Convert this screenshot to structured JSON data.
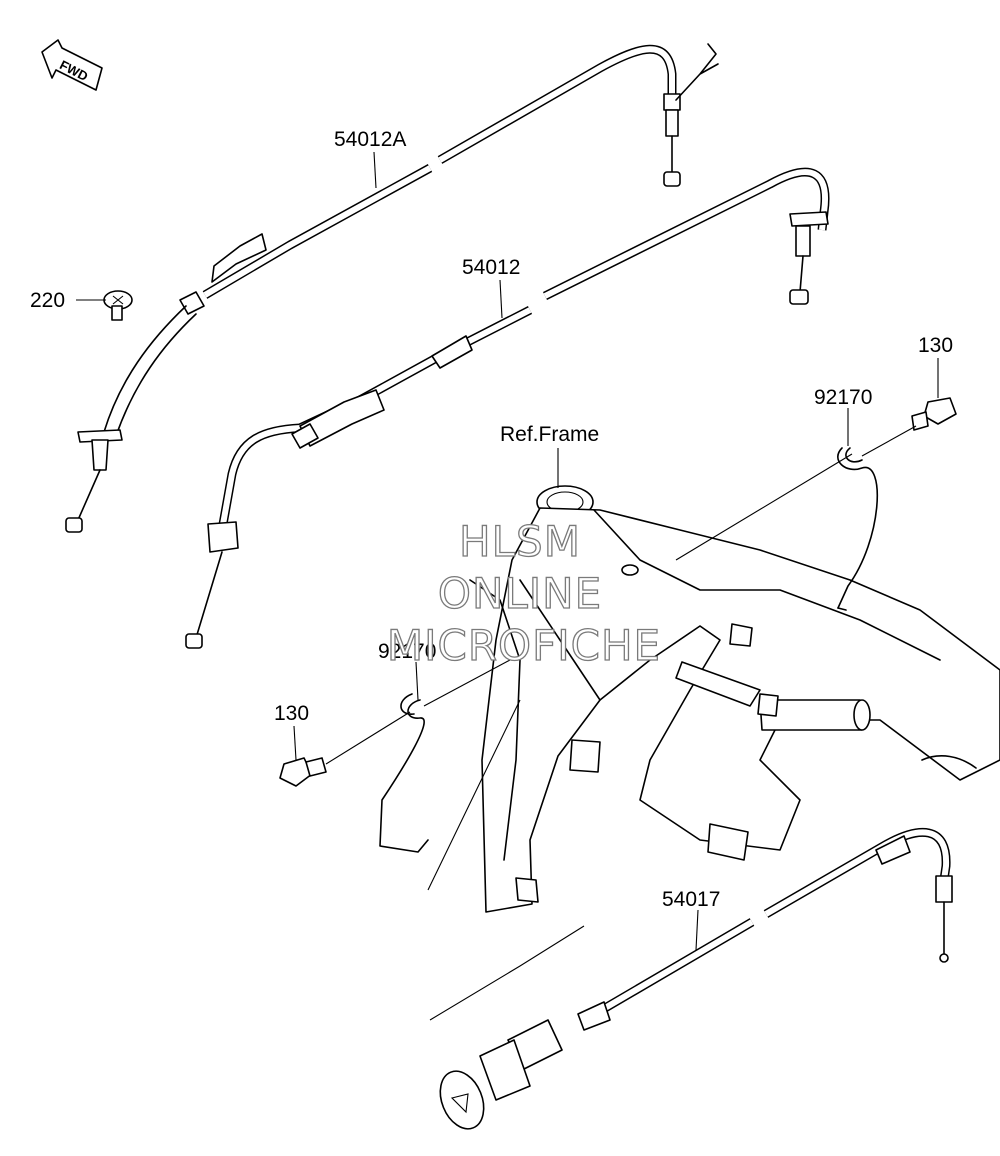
{
  "diagram": {
    "fwd_indicator": "FWD",
    "ref_frame_label": "Ref.Frame",
    "watermark": [
      "HLSM",
      "ONLINE",
      "MICROFICHE"
    ],
    "callouts": {
      "cable_54012a": "54012A",
      "cable_54012": "54012",
      "screw_220": "220",
      "bolt_130_upper": "130",
      "clamp_92170_upper": "92170",
      "clamp_92170_lower": "92170",
      "bolt_130_lower": "130",
      "choke_cable_54017": "54017"
    }
  }
}
